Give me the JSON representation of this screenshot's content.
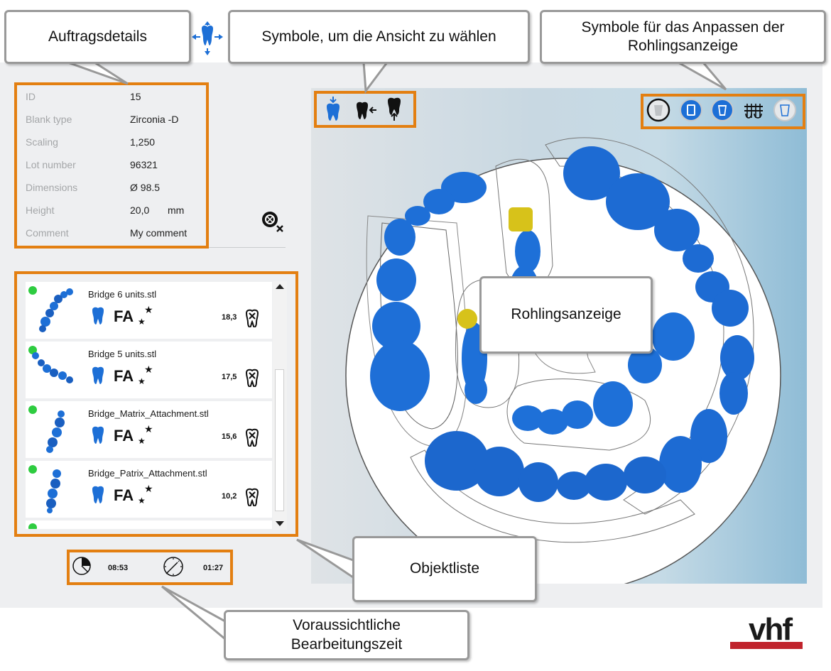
{
  "details": {
    "rows": [
      {
        "label": "ID",
        "value": "15"
      },
      {
        "label": "Blank type",
        "value": "Zirconia -D"
      },
      {
        "label": "Scaling",
        "value": "1,250"
      },
      {
        "label": "Lot number",
        "value": "96321"
      },
      {
        "label": "Dimensions",
        "value": "Ø 98.5"
      },
      {
        "label": "Height",
        "value": "20,0",
        "unit": "mm"
      },
      {
        "label": "Comment",
        "value": "My comment"
      }
    ]
  },
  "objects": [
    {
      "name": "Bridge 6 units.stl",
      "badge": "FA",
      "value": "18,3"
    },
    {
      "name": "Bridge 5 units.stl",
      "badge": "FA",
      "value": "17,5"
    },
    {
      "name": "Bridge_Matrix_Attachment.stl",
      "badge": "FA",
      "value": "15,6"
    },
    {
      "name": "Bridge_Patrix_Attachment.stl",
      "badge": "FA",
      "value": "10,2"
    }
  ],
  "times": {
    "elapsed": "08:53",
    "remaining": "01:27"
  },
  "callouts": {
    "order_details": "Auftragsdetails",
    "view_symbols": "Symbole, um die Ansicht zu wählen",
    "blank_symbols_line1": "Symbole für das Anpassen der",
    "blank_symbols_line2": "Rohlingsanzeige",
    "blank_view": "Rohlingsanzeige",
    "object_list": "Objektliste",
    "est_time_line1": "Voraussichtliche",
    "est_time_line2": "Bearbeitungszeit"
  },
  "logo": "vhf",
  "colors": {
    "accent_orange": "#e37f11",
    "tooth_blue": "#1d6fd6",
    "status_green": "#2ecc40",
    "logo_red": "#c0232c"
  }
}
